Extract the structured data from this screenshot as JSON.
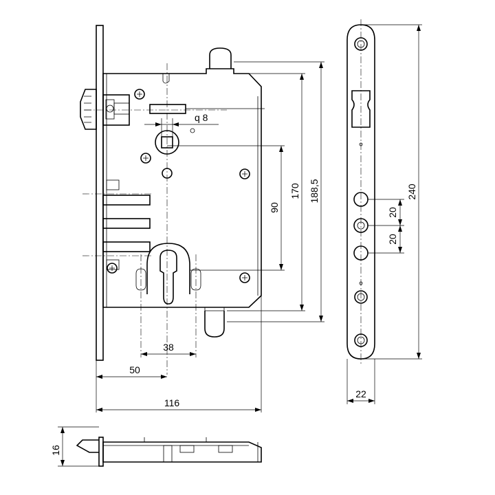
{
  "dimensions": {
    "backset_116": "116",
    "backset_50": "50",
    "keyhole_38": "38",
    "height_170": "170",
    "height_188_5": "188,5",
    "center_90": "90",
    "spindle_q8": "q  8",
    "faceplate_240": "240",
    "faceplate_22": "22",
    "pitch_20a": "20",
    "pitch_20b": "20",
    "thickness_16": "16"
  }
}
